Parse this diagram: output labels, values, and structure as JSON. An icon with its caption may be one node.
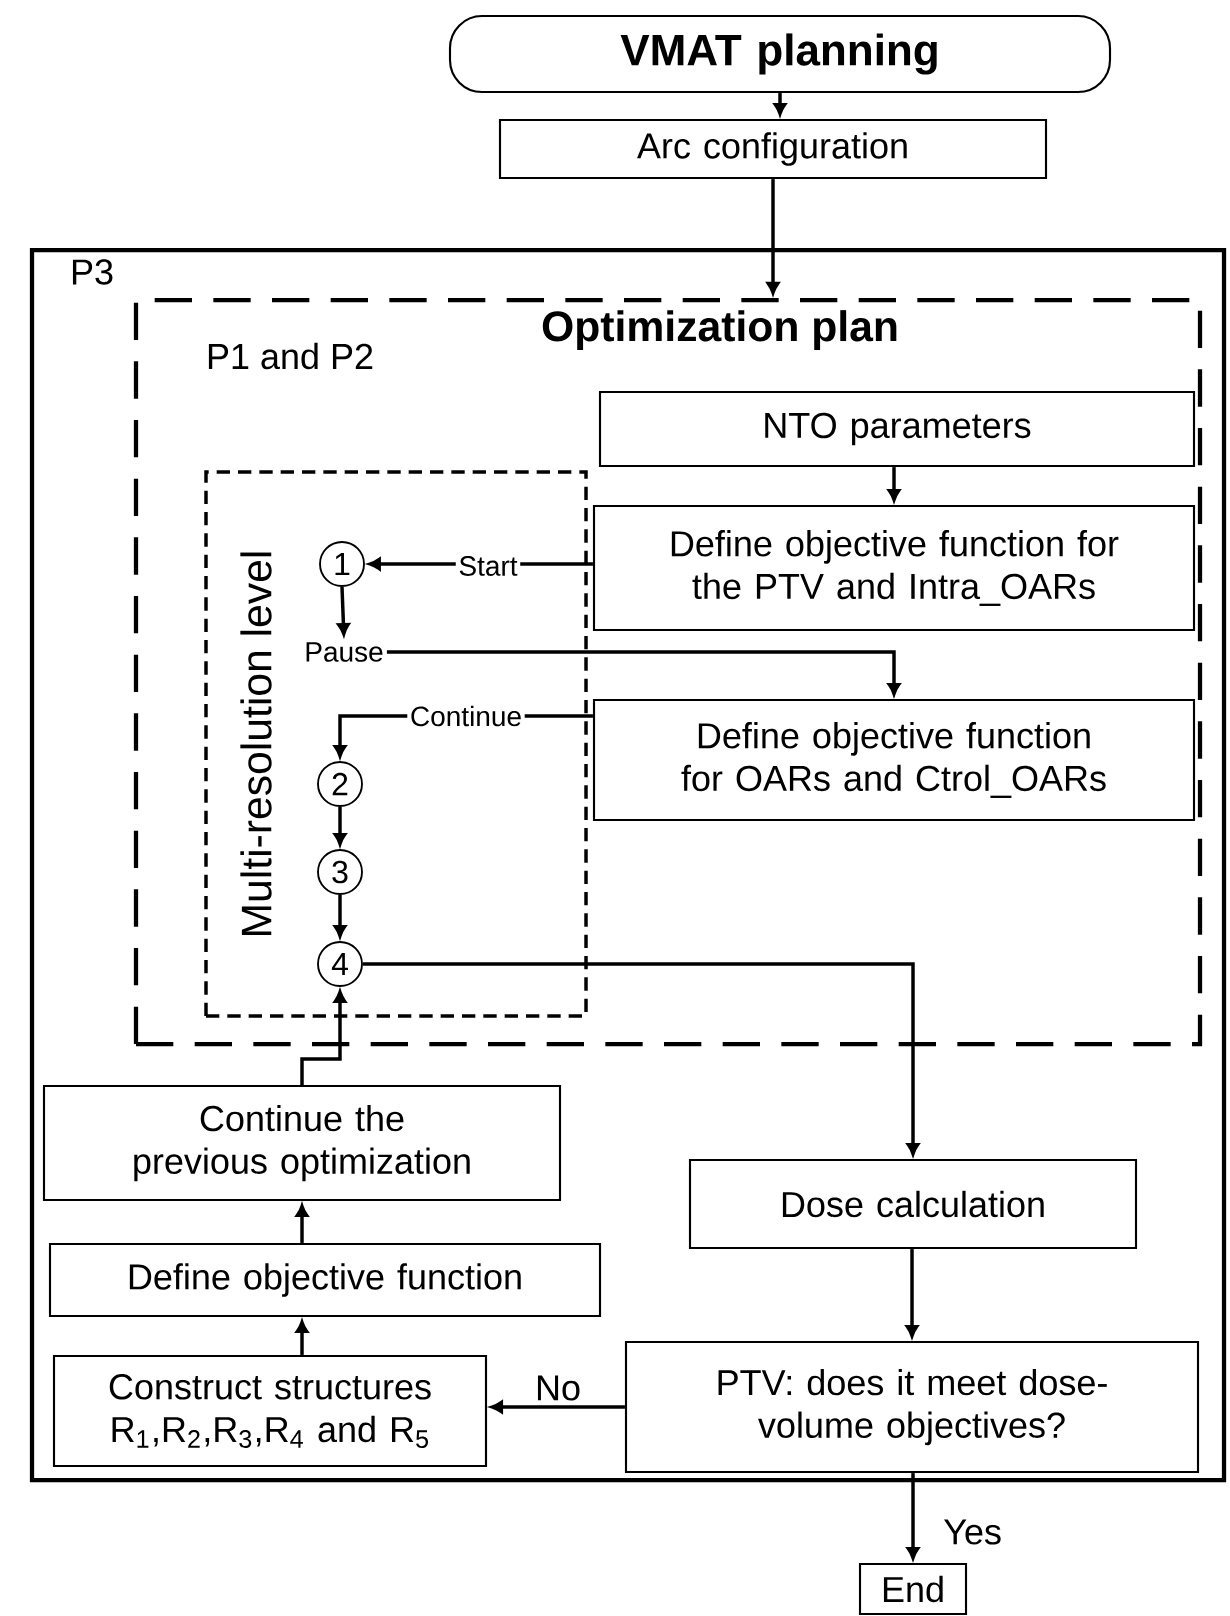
{
  "diagram": {
    "nodes": [
      {
        "text": [
          "VMAT planning"
        ]
      },
      {
        "text": [
          "Arc configuration"
        ]
      },
      {
        "text": [
          "P3"
        ]
      },
      {
        "text": [
          "Optimization plan",
          "P1 and P2"
        ],
        "in": 2
      },
      {
        "text": [
          "NTO parameters"
        ],
        "in": 3
      },
      {
        "text": [
          "Multi-resolution level"
        ],
        "in": 3
      },
      {
        "text": [
          "1"
        ],
        "in": 5
      },
      {
        "text": [
          "2"
        ],
        "in": 5
      },
      {
        "text": [
          "3"
        ],
        "in": 5
      },
      {
        "text": [
          "4"
        ],
        "in": 5
      },
      {
        "text": [
          "Define objective function for the PTV and Intra_OARs"
        ],
        "in": 3
      },
      {
        "text": [
          "Define objective function for OARs and Ctrol_OARs"
        ],
        "in": 3
      },
      {
        "text": [
          "Pause"
        ],
        "in": 5
      },
      {
        "text": [
          "Continue the previous optimization"
        ],
        "in": 2
      },
      {
        "text": [
          "Define objective function"
        ],
        "in": 2
      },
      {
        "text": [
          "Construct structures R$_{1}$,R$_{2}$,R$_{3}$,R$_{4}$ and R$_{5}$"
        ],
        "in": 2
      },
      {
        "text": [
          "Dose calculation"
        ],
        "in": 2
      },
      {
        "text": [
          "PTV: does it meet dose-volume objectives?"
        ],
        "in": 2
      },
      {
        "text": [
          "End"
        ]
      }
    ],
    "edges": [
      {
        "from": 0,
        "to": 1,
        "arrow": "to"
      },
      {
        "from": 1,
        "to": 3,
        "arrow": "to"
      },
      {
        "from": 4,
        "to": 10,
        "arrow": "to"
      },
      {
        "from": 10,
        "to": 6,
        "arrow": "to",
        "label": "Start"
      },
      {
        "from": 6,
        "to": 12,
        "arrow": "to"
      },
      {
        "from": 12,
        "to": 11,
        "arrow": "to"
      },
      {
        "from": 11,
        "to": 7,
        "arrow": "to",
        "label": "Continue"
      },
      {
        "from": 7,
        "to": 8,
        "arrow": "to"
      },
      {
        "from": 8,
        "to": 9,
        "arrow": "to"
      },
      {
        "from": 9,
        "to": 16,
        "arrow": "to"
      },
      {
        "from": 16,
        "to": 17,
        "arrow": "to"
      },
      {
        "from": 17,
        "to": 15,
        "arrow": "to",
        "label": "No"
      },
      {
        "from": 15,
        "to": 14,
        "arrow": "to"
      },
      {
        "from": 14,
        "to": 13,
        "arrow": "to"
      },
      {
        "from": 13,
        "to": 9,
        "arrow": "to"
      },
      {
        "from": 17,
        "to": 18,
        "arrow": "to",
        "label": "Yes"
      }
    ]
  }
}
